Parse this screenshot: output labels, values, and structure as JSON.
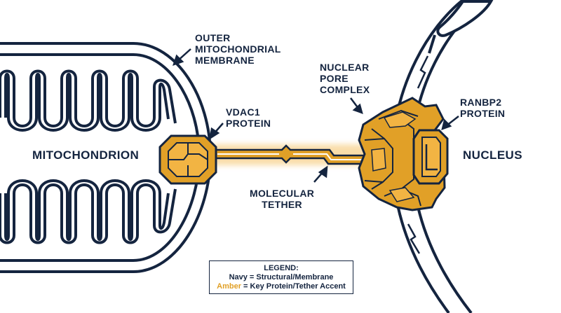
{
  "colors": {
    "navy": "#14243f",
    "amber": "#e1a027",
    "amber_dark": "#b97a14",
    "background": "#ffffff"
  },
  "labels": {
    "outer_membrane": [
      "OUTER",
      "MITOCHONDRIAL",
      "MEMBRANE"
    ],
    "vdac1": [
      "VDAC1",
      "PROTEIN"
    ],
    "nuclear_pore": [
      "NUCLEAR",
      "PORE",
      "COMPLEX"
    ],
    "ranbp2": [
      "RANBP2",
      "PROTEIN"
    ],
    "mitochondrion": "MITOCHONDRION",
    "nucleus": "NUCLEUS",
    "tether": [
      "MOLECULAR",
      "TETHER"
    ]
  },
  "legend": {
    "title": "LEGEND:",
    "navy_key": "Navy",
    "navy_desc": " = Structural/Membrane",
    "amber_key": "Amber",
    "amber_desc": " = Key Protein/Tether Accent"
  }
}
